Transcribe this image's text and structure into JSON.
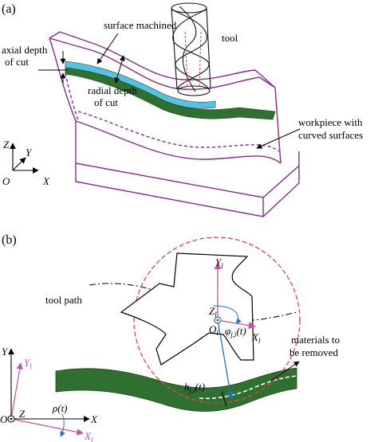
{
  "panel_a": {
    "panel_label": "(a)",
    "labels": {
      "surface_machined": "surface machined",
      "axial_depth_line1": "axial depth",
      "axial_depth_line2": "of cut",
      "radial_depth_line1": "radial depth",
      "radial_depth_line2": "of cut",
      "tool": "tool",
      "workpiece_line1": "workpiece with",
      "workpiece_line2": "curved surfaces"
    },
    "axes": {
      "z": "Z",
      "y": "Y",
      "x": "X",
      "origin": "O"
    }
  },
  "panel_b": {
    "panel_label": "(b)",
    "labels": {
      "tool_path": "tool path",
      "materials_line1": "materials to",
      "materials_line2": "be removed"
    },
    "symbols": {
      "yl": "Y",
      "yl_sub": "l",
      "zl": "Z",
      "zl_sub": "l",
      "ol": "O",
      "ol_sub": "l",
      "xl": "X",
      "xl_sub": "l",
      "phi": "φ",
      "phi_sub": "j,i",
      "phi_arg": "(t)",
      "h": "h",
      "h_sub": "j,i",
      "h_arg": "(t)",
      "rho": "ρ(t)"
    },
    "axes": {
      "y": "Y",
      "yl": "Y",
      "yl_sub": "l",
      "origin": "O",
      "z": "Z",
      "x": "X",
      "xl": "X",
      "xl_sub": "l"
    }
  },
  "colors": {
    "workpiece_outline": "#8b2a8b",
    "machined_surface": "#56c2e0",
    "green_layer": "#2f6f2f",
    "tool_circle": "#e64646",
    "local_axes": "#cc4fa3",
    "blue_arrow": "#2d6fb5"
  }
}
